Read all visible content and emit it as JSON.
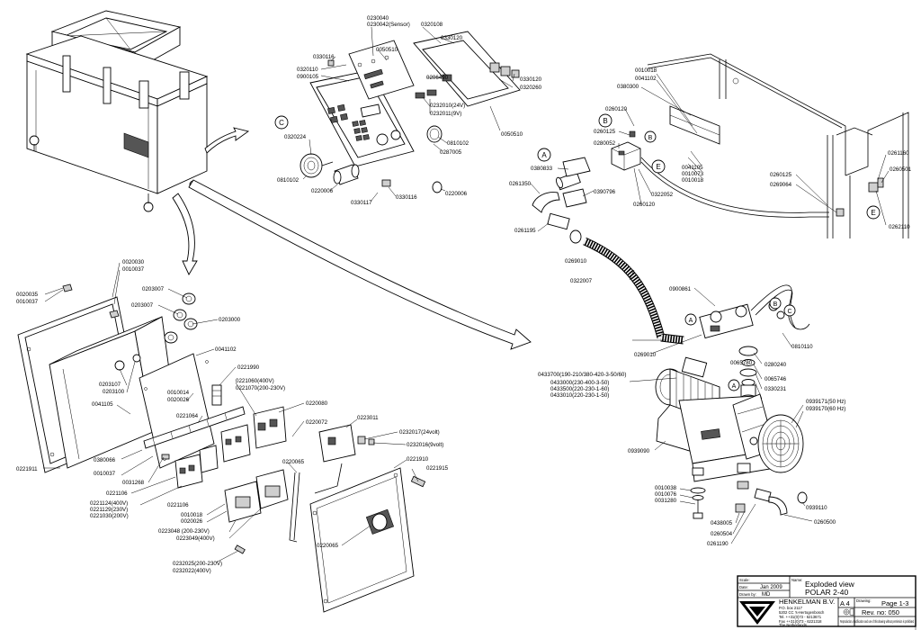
{
  "title_block": {
    "scale_label": "Scale:",
    "date_label": "Date:",
    "date": "Jan 2009",
    "drawn_label": "Drawn by:",
    "drawn_by": "MD",
    "name_label": "Name:",
    "name_line1": "Exploded view",
    "name_line2": "POLAR 2-40",
    "company": "HENKELMAN B.V.",
    "address1": "P.O. box 2117",
    "address2": "5202 CC 's-Hertogenbosch",
    "tel": "Tel. ++31(0)73 - 6213671",
    "fax": "Fax ++31(0)73 - 6221318",
    "country": "The Netherlands",
    "format": "A 4",
    "drawing_label": "Drawing:",
    "page": "Page 1-3",
    "rev": "Rev. no: 050",
    "notice": "Reproduction, modification and use of this drawing without permission is prohibited"
  },
  "callouts": {
    "c1": "C",
    "c2": "B",
    "c3": "A",
    "c4": "E",
    "c5": "B",
    "c6": "E",
    "c7": "A",
    "c8": "B",
    "c9": "C",
    "c10": "A"
  },
  "parts": {
    "p0230040": "0230040",
    "p0230042": "0230042(Sensor)",
    "p0320108": "0320108",
    "p0050510a": "0050510",
    "p0330120": "0330120",
    "p0330116a": "0330116",
    "p0320110": "0320110",
    "p0900105": "0900105",
    "p0206420": "0206420",
    "p0330120b": "0330120",
    "p0320260": "0320260",
    "p0232010": "0232010(24V)",
    "p0232011": "0232011(9V)",
    "p0320224": "0320224",
    "p0810102a": "0810102",
    "p0287005": "0287005",
    "p0050510b": "0050510",
    "p0810102b": "0810102",
    "p0220006a": "0220006",
    "p0330116b": "0330116",
    "p0330117": "0330117",
    "p0220006b": "0220006",
    "p0010018a": "0010018",
    "p0041102a": "0041102",
    "p0380300": "0380300",
    "p0260120": "0260120",
    "p0260125a": "0260125",
    "p0280052": "0280052",
    "p0380833": "0380833",
    "p0041105a": "0041105",
    "p0010073": "0010073",
    "p0010018b": "0010018",
    "p0390796": "0390796",
    "p0322052": "0322052",
    "p0260120b": "0260120",
    "p0261350": "0261350",
    "p0261195": "0261195",
    "p0269010a": "0269010",
    "p0322007": "0322007",
    "p0260125b": "0260125",
    "p0269064": "0269064",
    "p0261160": "0261160",
    "p0260501": "0260501",
    "p0262110": "0262110",
    "p0900861": "0900861",
    "p0810110": "0810110",
    "p0269010b": "0269010",
    "p0065780": "0065780",
    "p0280240": "0280240",
    "p0065746": "0065746",
    "p0330231": "0330231",
    "p0433700": "0433700(190-210/380-420-3-50/60)",
    "p0433000": "0433000(230-400-3-50)",
    "p0433500": "0433500(220-230-1-60)",
    "p0433010": "0433010(220-230-1-50)",
    "p0939171": "0939171(50 Hz)",
    "p0939170": "0939170(60 Hz)",
    "p0939090": "0939090",
    "p0010038": "0010038",
    "p0010076": "0010076",
    "p0031280": "0031280",
    "p0939110": "0939110",
    "p0438005": "0438005",
    "p0260504": "0260504",
    "p0261190": "0261190",
    "p0260500": "0260500",
    "p0020030": "0020030",
    "p0010037a": "0010037",
    "p0020035": "0020035",
    "p0010037b": "0010037",
    "p0203007a": "0203007",
    "p0203007b": "0203007",
    "p0203000": "0203000",
    "p0041102b": "0041102",
    "p0221990": "0221990",
    "p0203107": "0203107",
    "p0203100": "0203100",
    "p0010014": "0010014",
    "p0020026a": "0020026",
    "p0221060": "0221060(400V)",
    "p0221070": "0221070(200-230V)",
    "p0220080": "0220080",
    "p0041105b": "0041105",
    "p0221064": "0221064",
    "p0220072": "0220072",
    "p0223011": "0223011",
    "p0232017": "0232017(24volt)",
    "p0232016": "0232016(9volt)",
    "p0221911": "0221911",
    "p0380066": "0380066",
    "p0010037c": "0010037",
    "p0031268": "0031268",
    "p0221106a": "0221106",
    "p0221124": "0221124(400V)",
    "p0221129": "0221129(230V)",
    "p0221030": "0221030(200V)",
    "p0221106b": "0221106",
    "p0010018c": "0010018",
    "p0020026b": "0020026",
    "p0223048": "0223048  (200-230V)",
    "p0223049": "0223049(400V)",
    "p0220065a": "0220065",
    "p0221910": "0221910",
    "p0221915": "0221915",
    "p0220065b": "0220065",
    "p0232025": "0232025(200-230V)",
    "p0232022": "0232022(400V)"
  }
}
